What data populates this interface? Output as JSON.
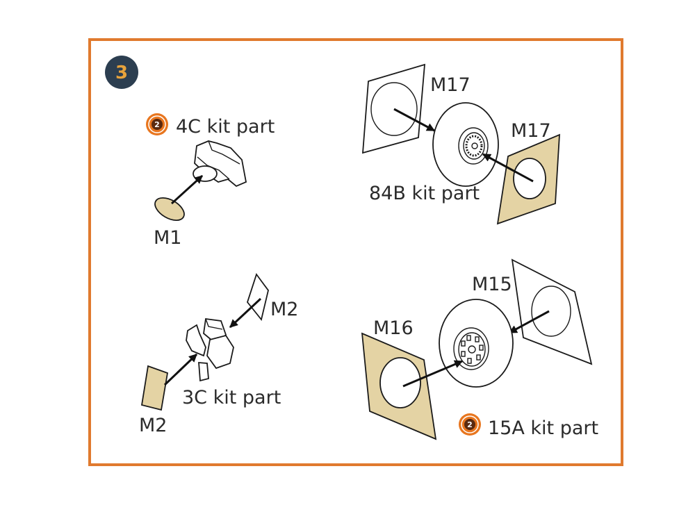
{
  "step": {
    "number": "3"
  },
  "labels": {
    "kit_4c": "4C kit part",
    "m1": "M1",
    "m17_top": "M17",
    "m17_right": "M17",
    "kit_84b": "84B kit part",
    "m2_top": "M2",
    "m2_bottom": "M2",
    "kit_3c": "3C kit part",
    "m15": "M15",
    "m16": "M16",
    "kit_15a": "15A kit part"
  },
  "icons": {
    "reference_icon_1": {
      "name": "source-reference-icon",
      "number": "2"
    },
    "reference_icon_2": {
      "name": "source-reference-icon",
      "number": "2"
    }
  },
  "colors": {
    "frame": "#e07a2e",
    "step_badge": "#2c3e50",
    "step_number": "#e8a33c",
    "mask_fill": "#e4d3a4",
    "icon_orange": "#e8761f"
  }
}
